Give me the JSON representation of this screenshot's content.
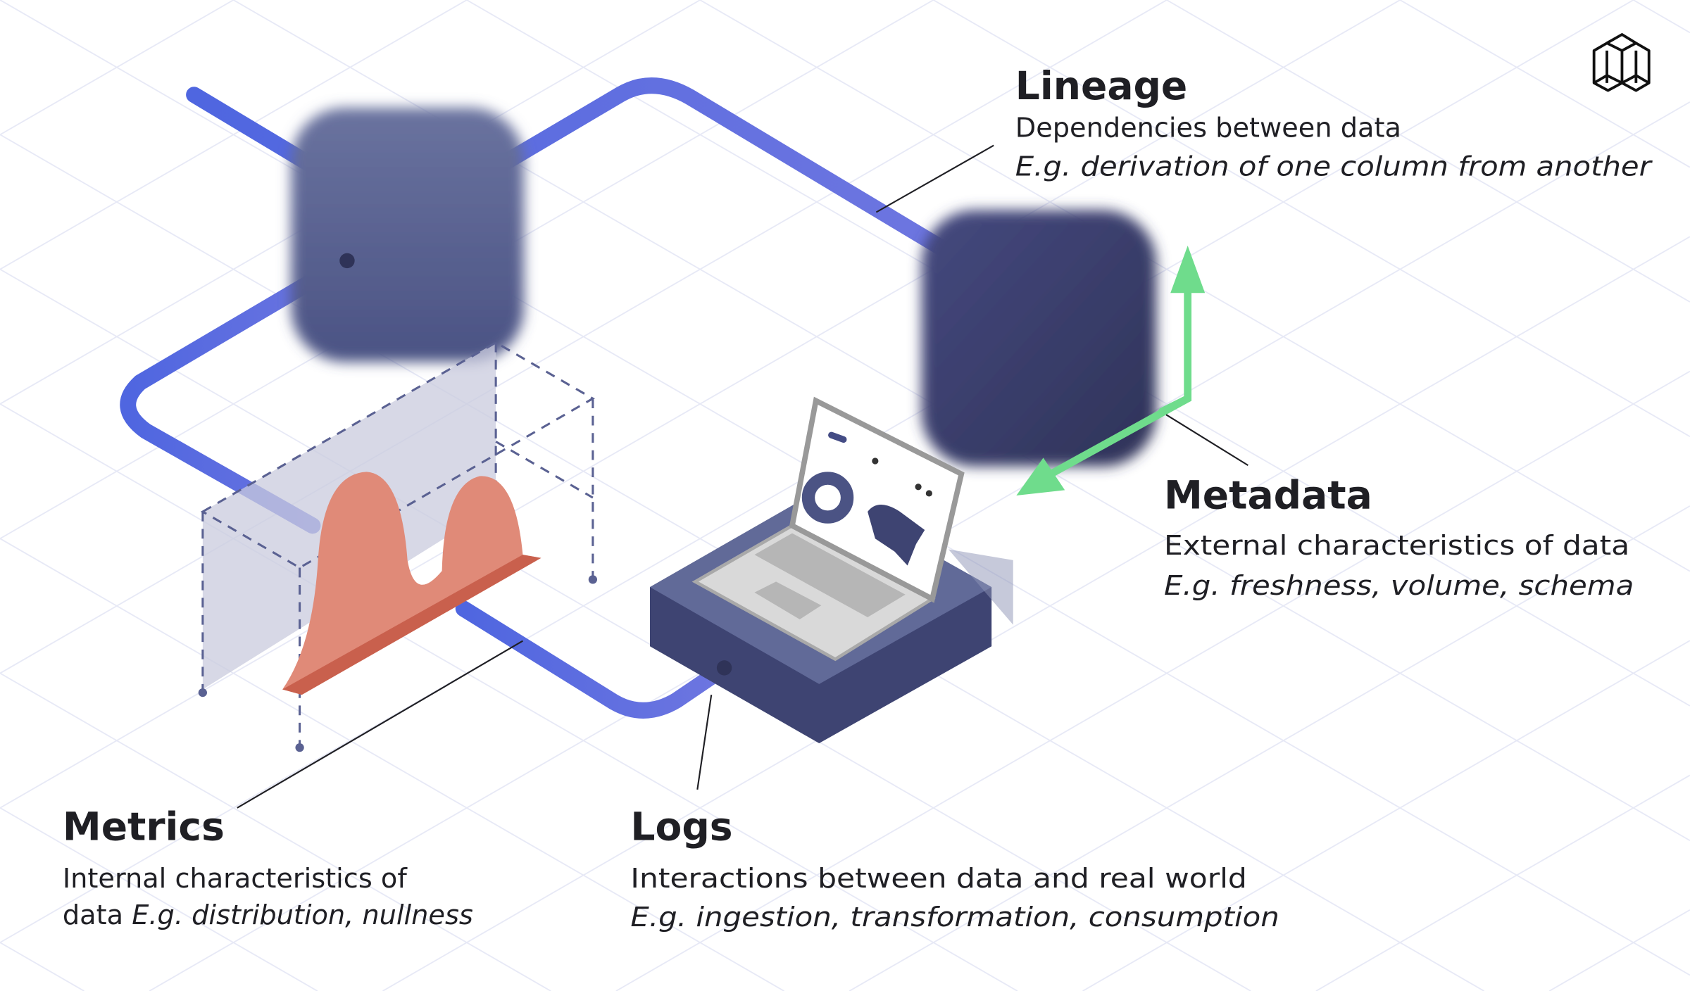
{
  "colors": {
    "pipe": "#5a6fe0",
    "cube_light": "#5a6396",
    "cube_dark": "#363b66",
    "metric_fill": "#e08a78",
    "arrow": "#6fdc8c",
    "grid": "#e7e9f6",
    "platform": "#5f6792"
  },
  "logo": {
    "icon": "crystal-logo-icon"
  },
  "lineage": {
    "title": "Lineage",
    "line1": "Dependencies between data",
    "line2": "E.g. derivation of one column from another"
  },
  "metadata": {
    "title": "Metadata",
    "line1": "External characteristics of data",
    "line2": "E.g. freshness, volume, schema"
  },
  "metrics": {
    "title": "Metrics",
    "line1": "Internal characteristics of",
    "line2_plain": "data ",
    "line2_italic": "E.g. distribution, nullness"
  },
  "logs": {
    "title": "Logs",
    "line1": "Interactions between data and real world",
    "line2": "E.g. ingestion, transformation, consumption"
  }
}
